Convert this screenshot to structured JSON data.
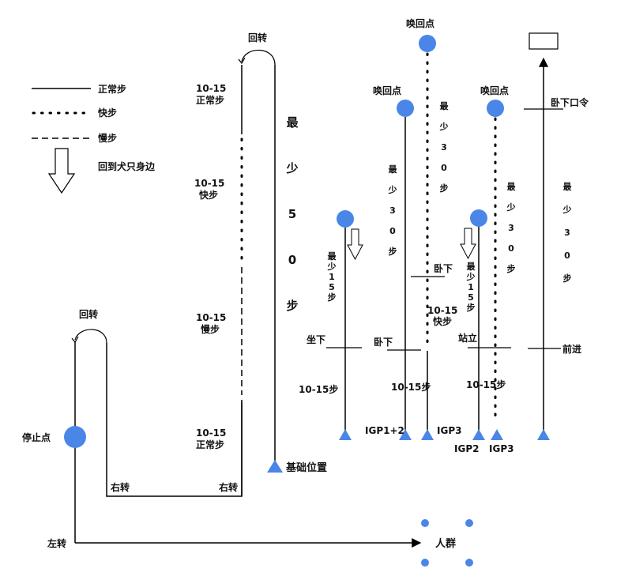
{
  "legend": {
    "normal": "正常步",
    "fast": "快步",
    "slow": "慢步",
    "return_to_side": "回到犬只身边"
  },
  "labels": {
    "about_turn_left": "回转",
    "about_turn_top": "回转",
    "stop_point": "停止点",
    "right_turn_1": "右转",
    "right_turn_2": "右转",
    "left_turn": "左转",
    "crowd": "人群",
    "base_position": "基础位置",
    "seg_normal_top": "10-15",
    "seg_normal_top_sub": "正常步",
    "seg_fast": "10-15",
    "seg_fast_sub": "快步",
    "seg_slow": "10-15",
    "seg_slow_sub": "慢步",
    "seg_normal_bottom": "10-15",
    "seg_normal_bottom_sub": "正常步",
    "min_50_steps": "最少50步",
    "recall_a": "唤回点",
    "recall_b": "唤回点",
    "recall_c": "唤回点",
    "lie_down_command": "卧下口令",
    "sit": "坐下",
    "down_1": "卧下",
    "down_2": "卧下",
    "stand": "站立",
    "forward": "前进",
    "steps_1": "10-15步",
    "steps_2": "10-15步",
    "steps_3": "10-15步",
    "fast_1015": "10-15",
    "fast_1015_sub": "快步",
    "min15_1": "最少15步",
    "min15_2": "最少15步",
    "min30_1": "最少30步",
    "min30_2": "最少30步",
    "min30_3": "最少30步",
    "min30_4": "最少30步",
    "igp12": "IGP1+2",
    "igp3_a": "IGP3",
    "igp2": "IGP2",
    "igp3_b": "IGP3"
  },
  "colors": {
    "marker_blue": "#4a86e8",
    "line": "#000000"
  }
}
